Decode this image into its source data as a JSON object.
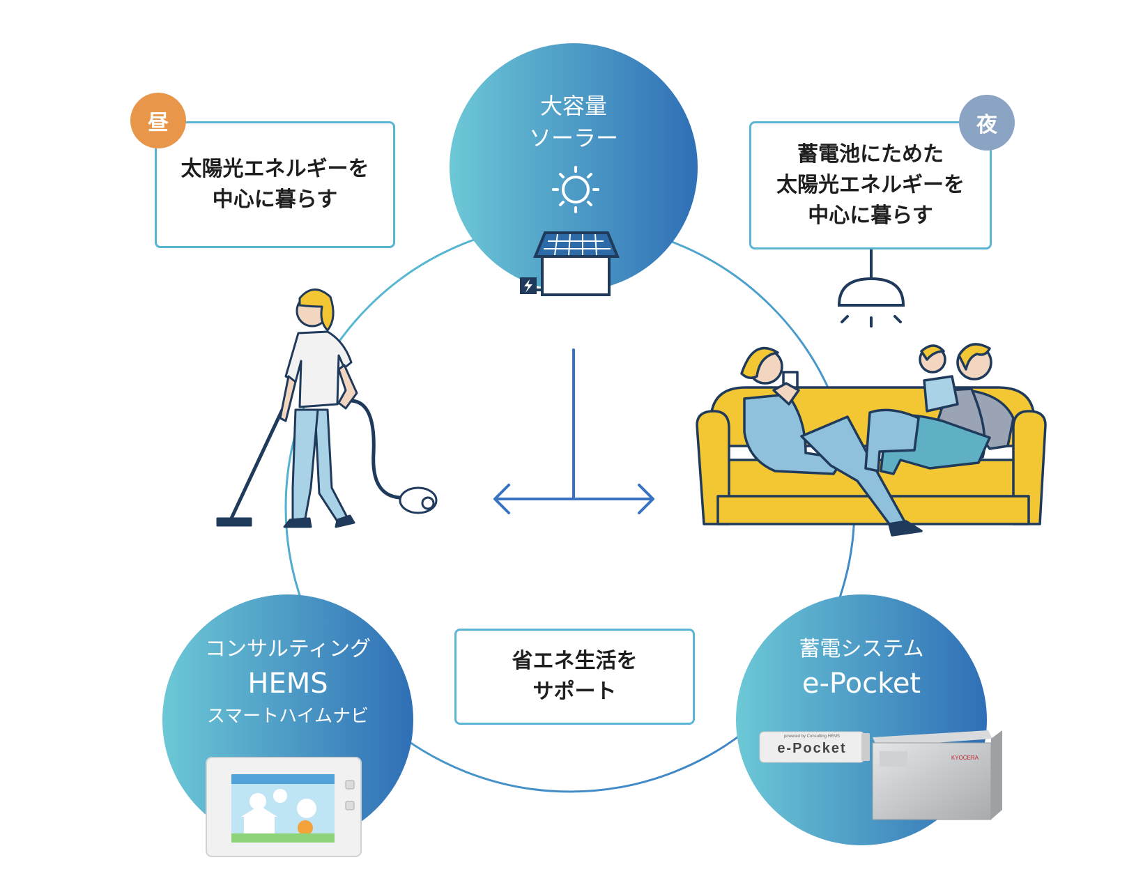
{
  "solar": {
    "line1": "大容量",
    "line2": "ソーラー"
  },
  "day": {
    "badge": "昼",
    "line1": "太陽光エネルギーを",
    "line2": "中心に暮らす"
  },
  "night": {
    "badge": "夜",
    "line1": "蓄電池にためた",
    "line2": "太陽光エネルギーを",
    "line3": "中心に暮らす"
  },
  "hems": {
    "line1": "コンサルティング",
    "line2": "HEMS",
    "line3": "スマートハイムナビ"
  },
  "center": {
    "line1": "省エネ生活を",
    "line2": "サポート"
  },
  "battery": {
    "line1": "蓄電システム",
    "line2": "e-Pocket",
    "device_label": "e-Pocket",
    "device_sublabel": "powered by Consulting HEMS",
    "brand": "KYOCERA"
  },
  "colors": {
    "circle_light": "#6cc6d6",
    "circle_dark": "#2f6fb6",
    "box_border": "#5ab4d4",
    "day_badge": "#e8974a",
    "night_badge": "#8ba4c4",
    "ring": "#5aaad6",
    "arrow": "#3a72c2",
    "sofa": "#f2c733"
  }
}
